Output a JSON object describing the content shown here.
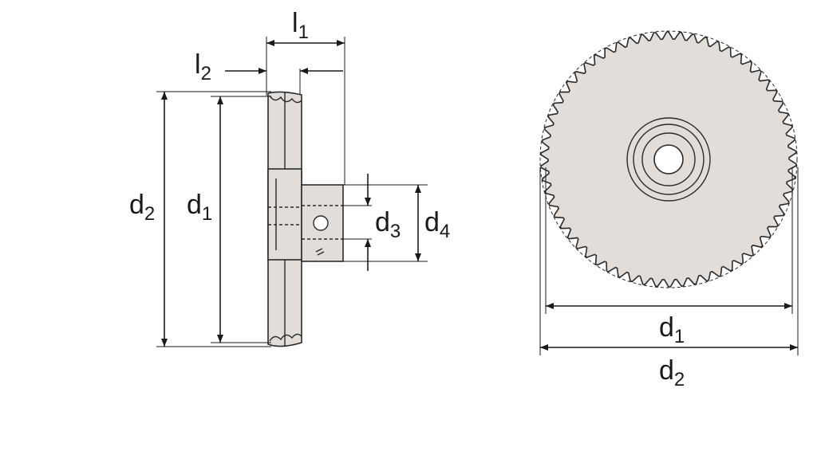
{
  "labels": {
    "l1": {
      "main": "l",
      "sub": "1"
    },
    "l2": {
      "main": "l",
      "sub": "2"
    },
    "side_d2": {
      "main": "d",
      "sub": "2"
    },
    "side_d1": {
      "main": "d",
      "sub": "1"
    },
    "d3": {
      "main": "d",
      "sub": "3"
    },
    "d4": {
      "main": "d",
      "sub": "4"
    },
    "front_d1": {
      "main": "d",
      "sub": "1"
    },
    "front_d2": {
      "main": "d",
      "sub": "2"
    }
  },
  "colors": {
    "gear_fill": "#e3ddd9",
    "line": "#1a1a1a"
  },
  "gear": {
    "teeth": 62
  }
}
